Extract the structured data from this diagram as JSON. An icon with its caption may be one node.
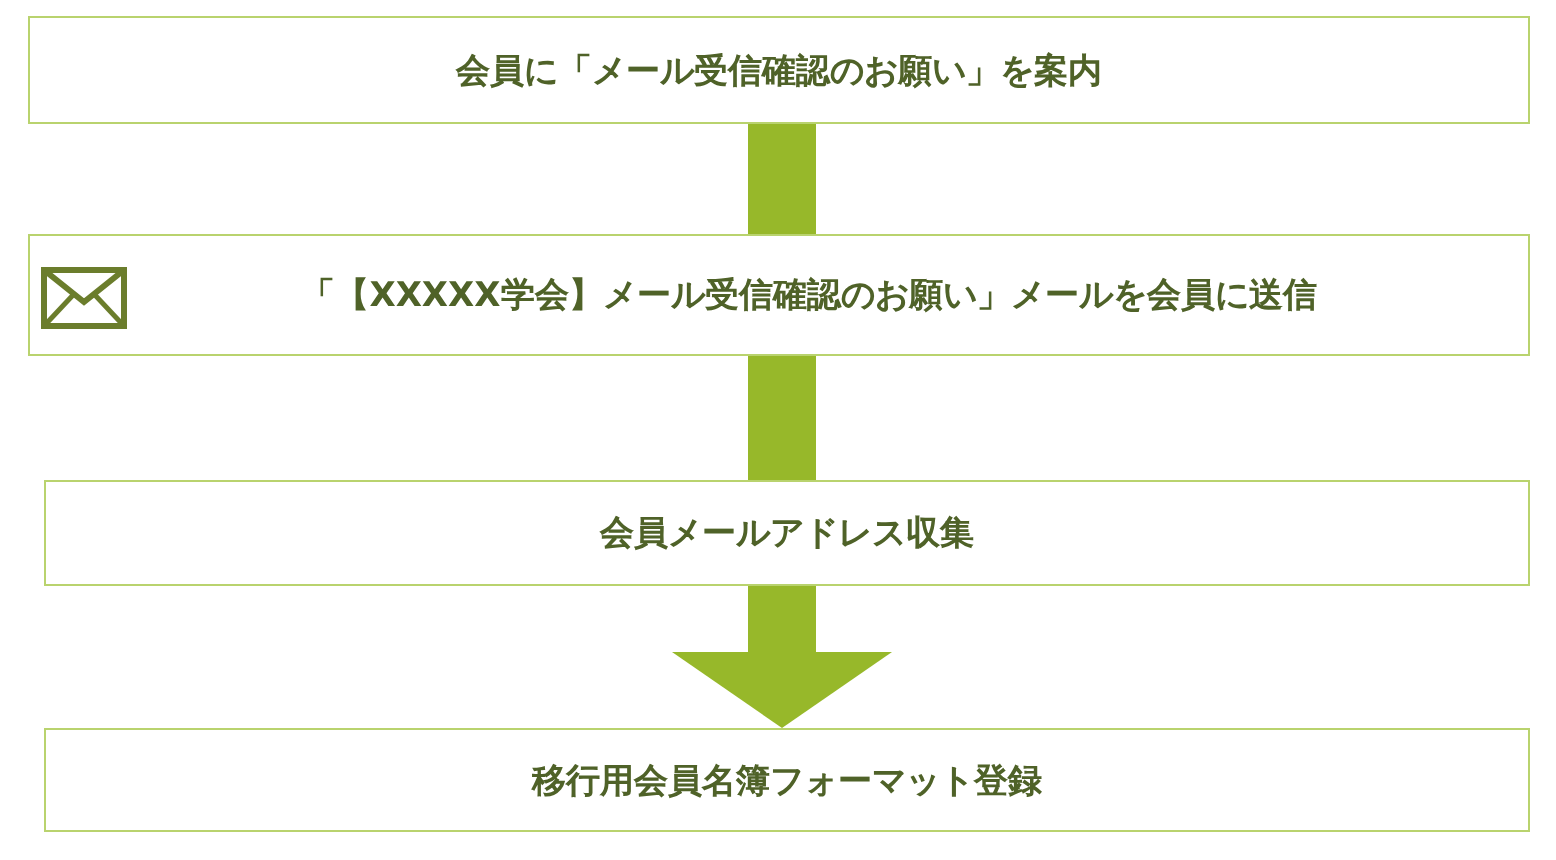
{
  "diagram": {
    "nodes": [
      {
        "text": [
          "会員に「メール受信確認のお願い」を案内"
        ]
      },
      {
        "text": [
          "「【XXXXX学会】メール受信確認のお願い」メールを会員に送信"
        ]
      },
      {
        "text": [
          "会員メールアドレス収集"
        ]
      },
      {
        "text": [
          "移行用会員名簿フォーマット登録"
        ]
      }
    ],
    "edges": [
      {
        "from": 0,
        "to": 1,
        "arrow": "none"
      },
      {
        "from": 1,
        "to": 2,
        "arrow": "none"
      },
      {
        "from": 2,
        "to": 3,
        "arrow": "to"
      }
    ]
  }
}
